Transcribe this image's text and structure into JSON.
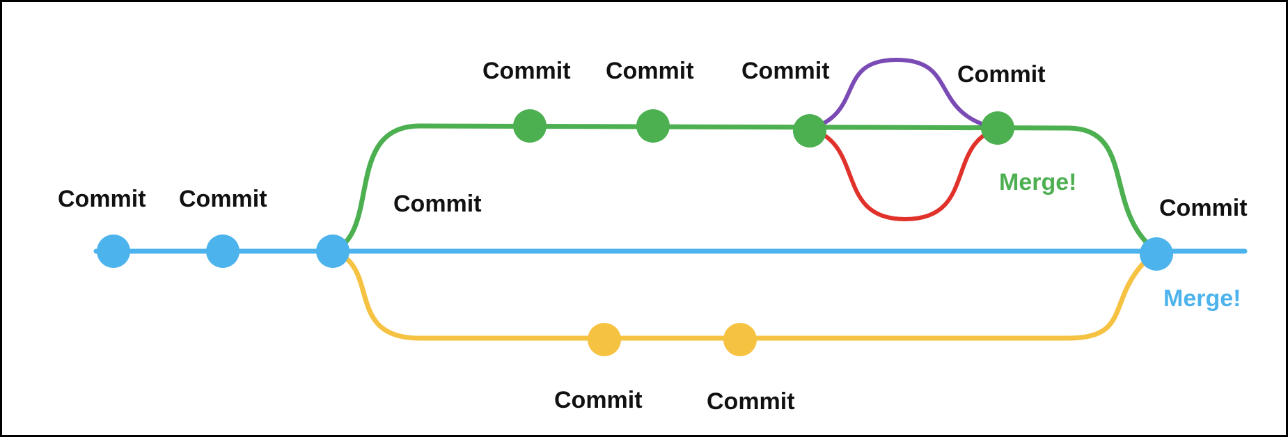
{
  "colors": {
    "main": "#4db3ec",
    "feature": "#4caf50",
    "hotfix": "#f5c242",
    "sub_a": "#7b4bb5",
    "sub_b": "#e0322b",
    "text": "#111111"
  },
  "labels": {
    "commit": "Commit",
    "merge": "Merge!"
  },
  "branches": [
    {
      "id": "main",
      "color_key": "main"
    },
    {
      "id": "feature",
      "color_key": "feature"
    },
    {
      "id": "hotfix",
      "color_key": "hotfix"
    },
    {
      "id": "sub-purple",
      "color_key": "sub_a"
    },
    {
      "id": "sub-red",
      "color_key": "sub_b"
    }
  ],
  "commits": [
    {
      "branch": "main",
      "label": "Commit"
    },
    {
      "branch": "main",
      "label": "Commit"
    },
    {
      "branch": "main",
      "label": "Commit"
    },
    {
      "branch": "main",
      "label": "Commit"
    },
    {
      "branch": "feature",
      "label": "Commit"
    },
    {
      "branch": "feature",
      "label": "Commit"
    },
    {
      "branch": "feature",
      "label": "Commit"
    },
    {
      "branch": "feature",
      "label": "Commit"
    },
    {
      "branch": "hotfix",
      "label": "Commit"
    },
    {
      "branch": "hotfix",
      "label": "Commit"
    }
  ],
  "merges": [
    {
      "label": "Merge!",
      "color_key": "feature"
    },
    {
      "label": "Merge!",
      "color_key": "main"
    }
  ]
}
